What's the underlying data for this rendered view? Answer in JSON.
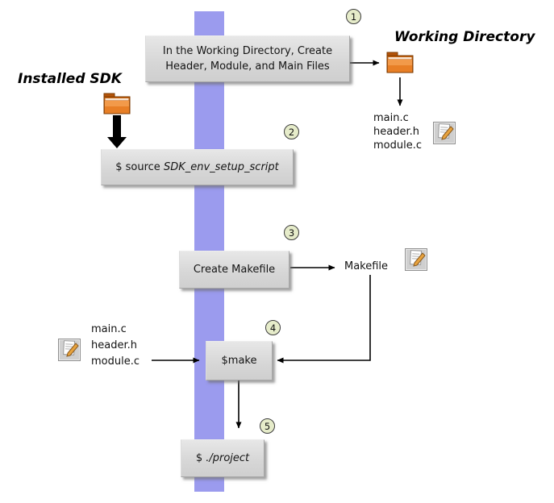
{
  "colors": {
    "flow_band": "#9b9bee",
    "box_fill": "#d9d9d9",
    "step_badge_fill": "#e6ecca",
    "folder_orange": "#e4731c"
  },
  "headings": {
    "working_directory": "Working Directory",
    "installed_sdk": "Installed SDK"
  },
  "steps": {
    "s1": {
      "num": "1",
      "line1": "In the Working Directory, Create",
      "line2": "Header, Module, and Main Files"
    },
    "s2": {
      "num": "2",
      "prefix": "$ source ",
      "script": "SDK_env_setup_script"
    },
    "s3": {
      "num": "3",
      "label": "Create Makefile"
    },
    "s4": {
      "num": "4",
      "label": "$make"
    },
    "s5": {
      "num": "5",
      "prefix": "$ ",
      "command": "./project"
    }
  },
  "files": {
    "working_dir": [
      "main.c",
      "header.h",
      "module.c"
    ],
    "make_inputs": [
      "main.c",
      "header.h",
      "module.c"
    ],
    "makefile_label": "Makefile"
  }
}
